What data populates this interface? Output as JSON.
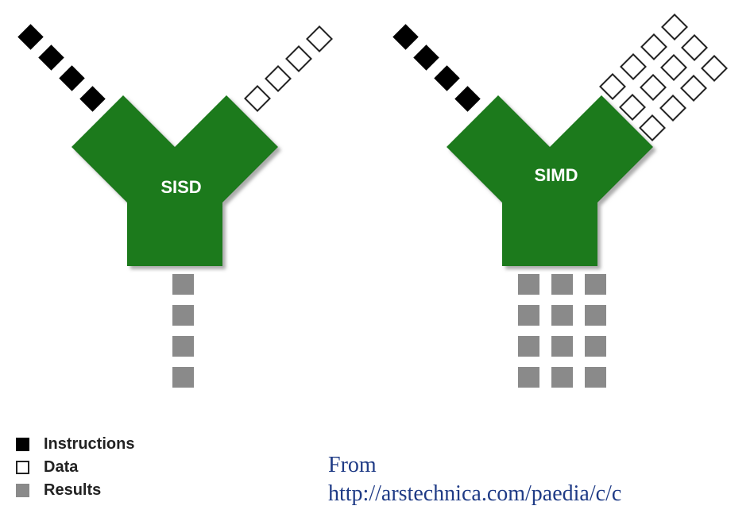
{
  "units": {
    "sisd": {
      "label": "SISD",
      "instruction_blocks": 4,
      "data_blocks": 4,
      "result_columns": 1,
      "result_rows": 4
    },
    "simd": {
      "label": "SIMD",
      "instruction_blocks": 4,
      "data_lanes": 3,
      "data_blocks_per_lane": 4,
      "result_columns": 3,
      "result_rows": 4
    }
  },
  "colors": {
    "processor": "#1f7a1f",
    "instruction": "#000000",
    "data": "#ffffff",
    "result": "#8a8a8a"
  },
  "legend": {
    "instructions": "Instructions",
    "data": "Data",
    "results": "Results"
  },
  "source": {
    "prefix": "From",
    "url": "http://arstechnica.com/paedia/c/c"
  }
}
